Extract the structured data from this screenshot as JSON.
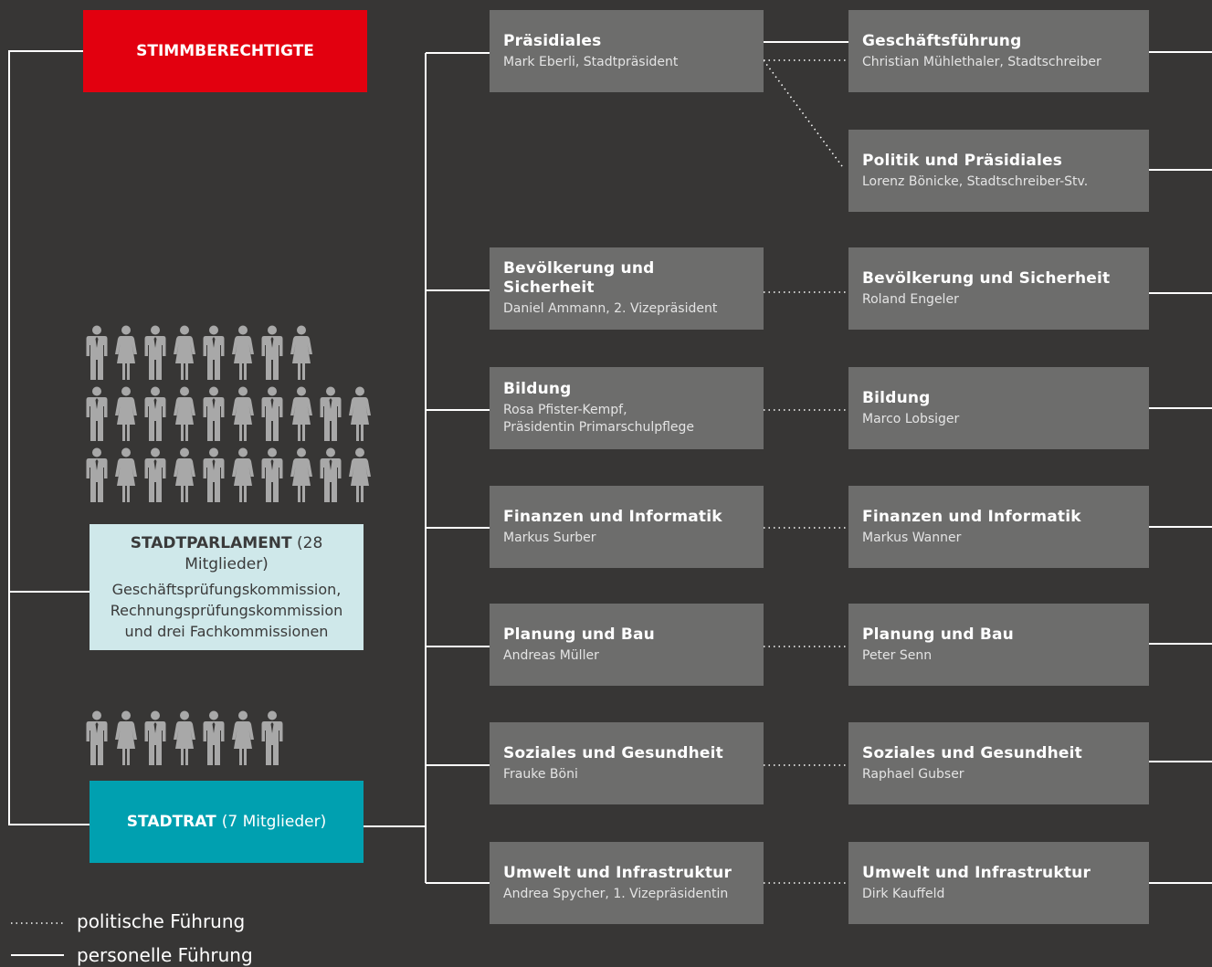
{
  "voters": {
    "label": "STIMMBERECHTIGTE"
  },
  "parliament": {
    "title": "STADTPARLAMENT",
    "count": "(28 Mitglieder)",
    "desc1": "Geschäftsprüfungskommission,",
    "desc2": "Rechnungsprüfungskommission",
    "desc3": "und drei Fachkommissionen"
  },
  "council": {
    "title": "STADTRAT",
    "count": "(7 Mitglieder)"
  },
  "departments": [
    {
      "title": "Präsidiales",
      "sub1": "Mark Eberli, Stadtpräsident",
      "sub2": ""
    },
    {
      "title": "Bevölkerung und Sicherheit",
      "sub1": "Daniel Ammann, 2. Vizepräsident",
      "sub2": ""
    },
    {
      "title": "Bildung",
      "sub1": "Rosa Pfister-Kempf,",
      "sub2": "Präsidentin Primarschulpflege"
    },
    {
      "title": "Finanzen und Informatik",
      "sub1": "Markus Surber",
      "sub2": ""
    },
    {
      "title": "Planung und Bau",
      "sub1": "Andreas Müller",
      "sub2": ""
    },
    {
      "title": "Soziales und Gesundheit",
      "sub1": "Frauke Böni",
      "sub2": ""
    },
    {
      "title": "Umwelt und Infrastruktur",
      "sub1": "Andrea Spycher, 1. Vizepräsidentin",
      "sub2": ""
    }
  ],
  "management": [
    {
      "title": "Geschäftsführung",
      "sub": "Christian Mühlethaler, Stadtschreiber"
    },
    {
      "title": "Politik und Präsidiales",
      "sub": "Lorenz Bönicke, Stadtschreiber-Stv."
    },
    {
      "title": "Bevölkerung und Sicherheit",
      "sub": "Roland Engeler"
    },
    {
      "title": "Bildung",
      "sub": "Marco Lobsiger"
    },
    {
      "title": "Finanzen und Informatik",
      "sub": "Markus Wanner"
    },
    {
      "title": "Planung und Bau",
      "sub": "Peter Senn"
    },
    {
      "title": "Soziales und Gesundheit",
      "sub": "Raphael Gubser"
    },
    {
      "title": "Umwelt und Infrastruktur",
      "sub": "Dirk Kauffeld"
    }
  ],
  "legend": {
    "political": "politische Führung",
    "personnel": "personelle Führung"
  },
  "colors": {
    "background": "#373635",
    "box": "#6d6d6c",
    "voters": "#e2000f",
    "council": "#00a0b0",
    "parliament": "#cfe8ea",
    "persons": "#a8a8a8"
  }
}
